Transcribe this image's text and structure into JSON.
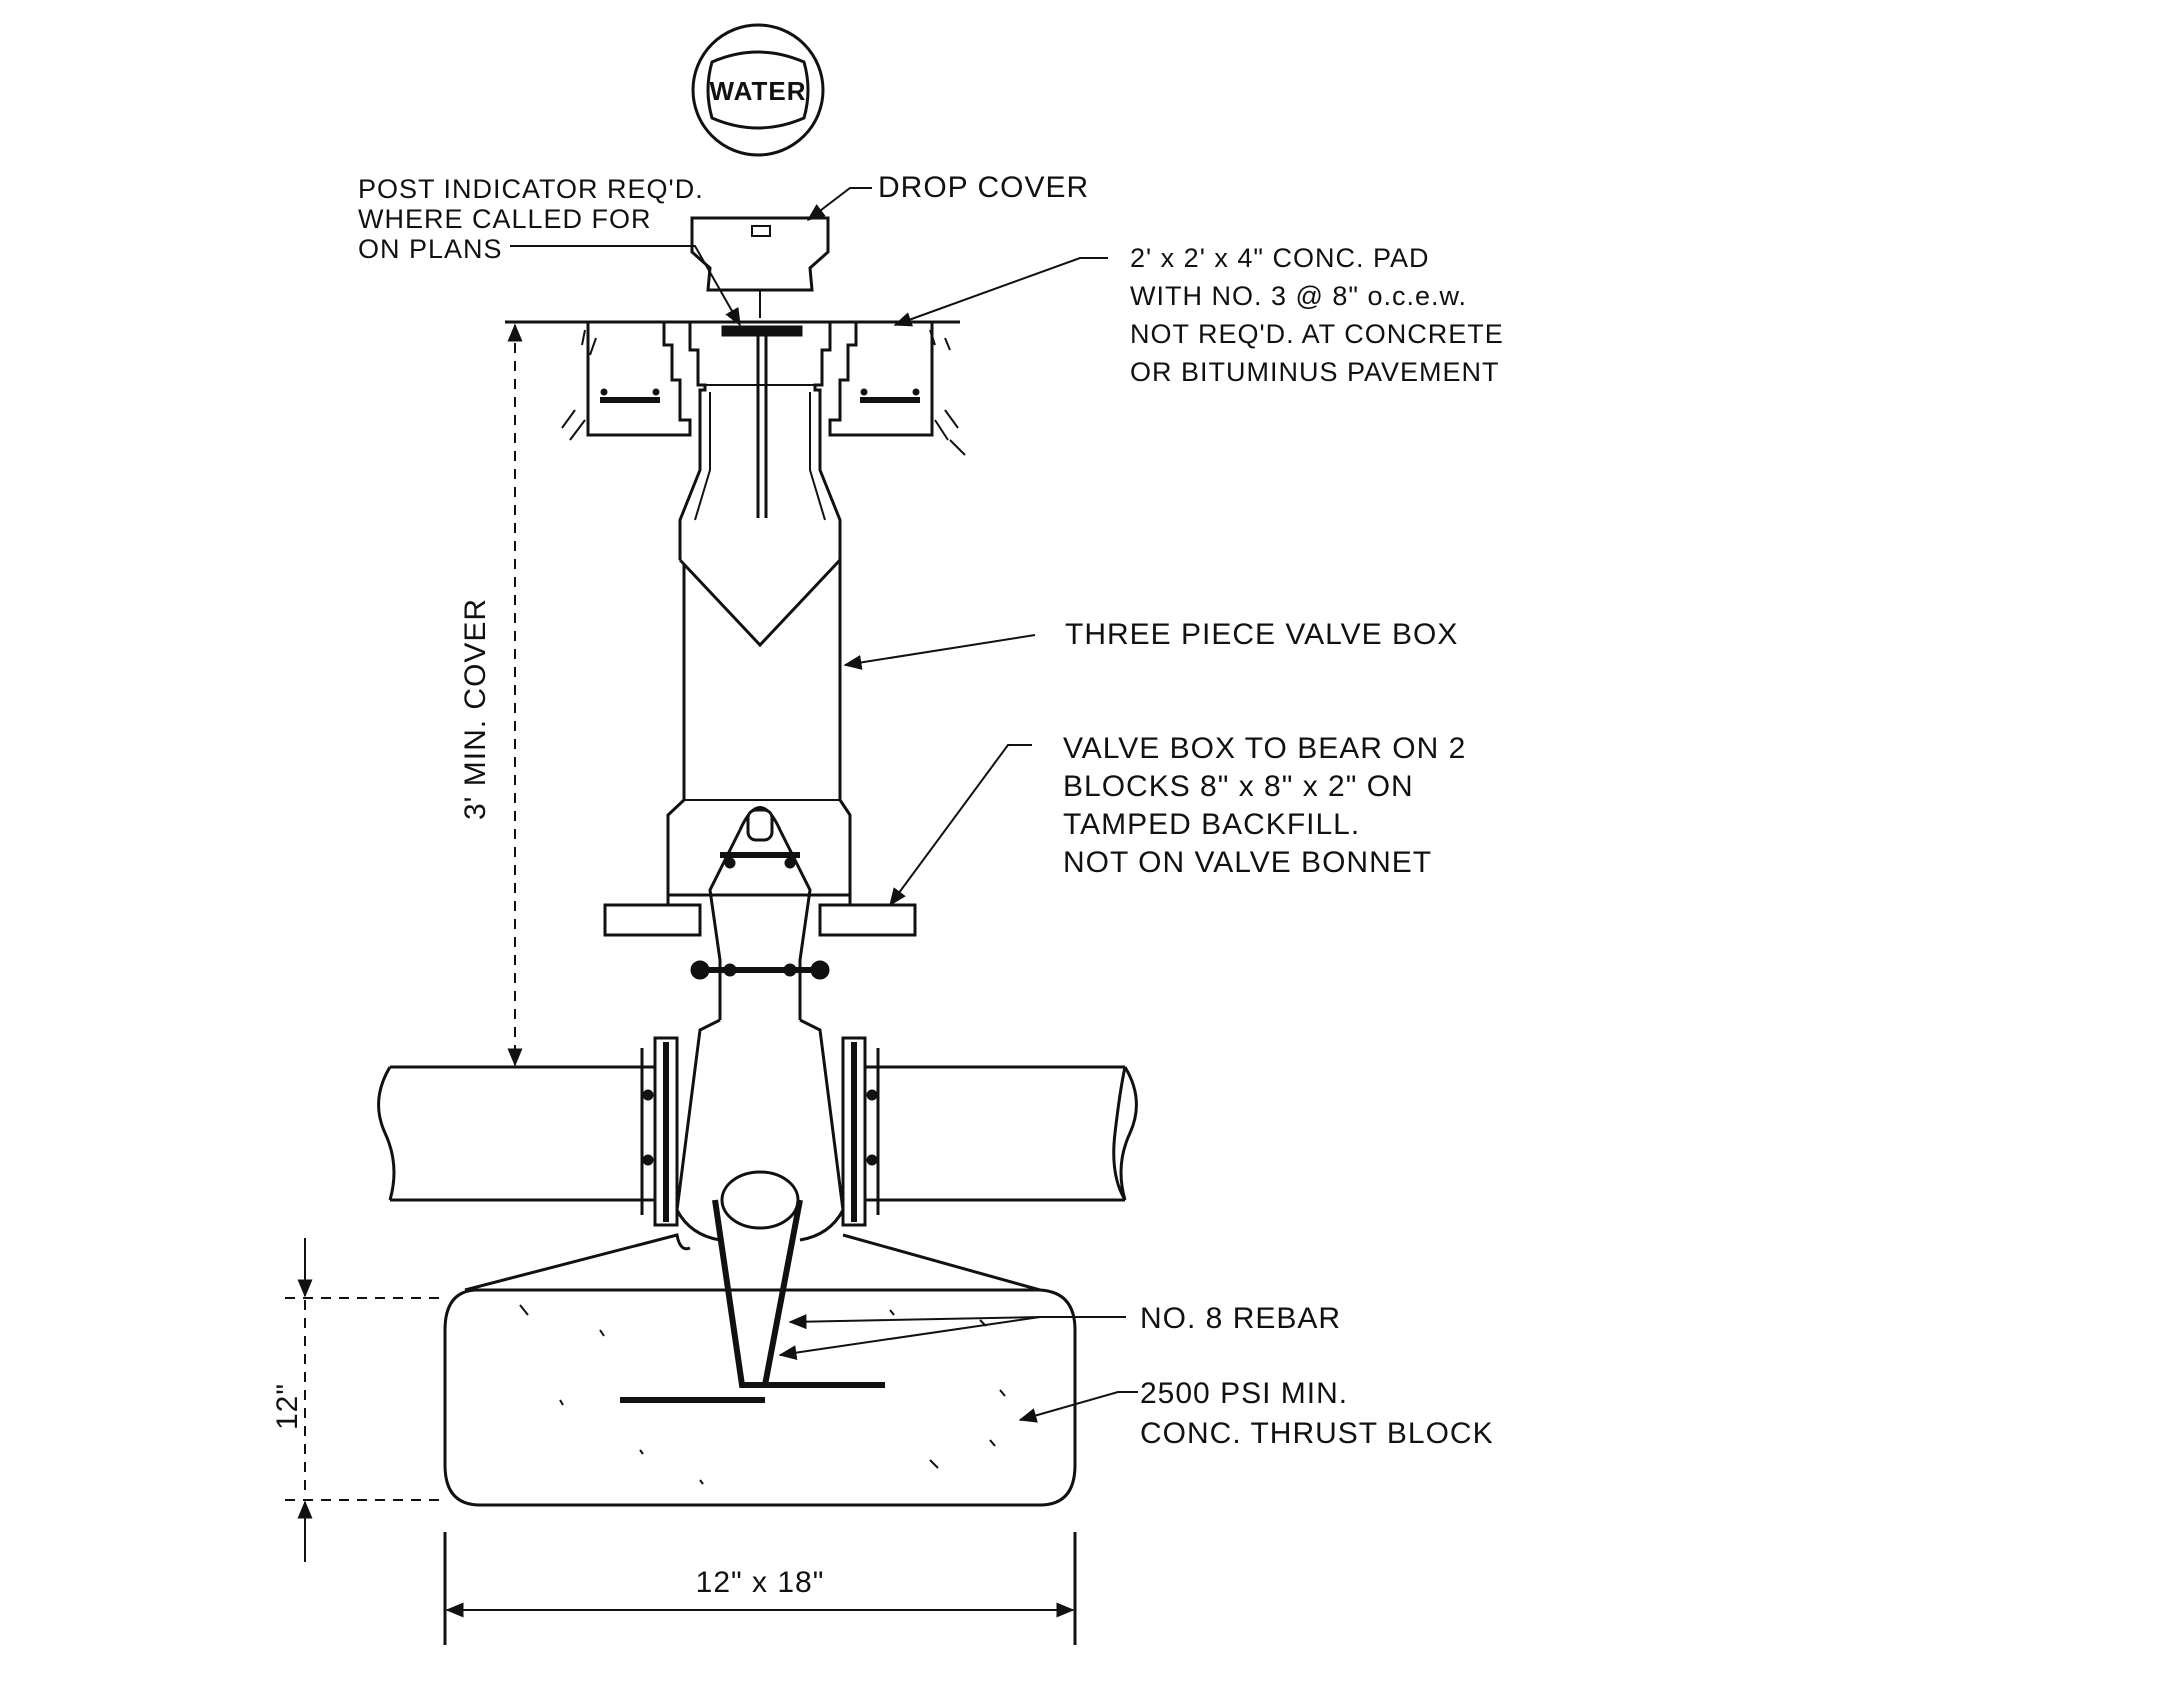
{
  "cover_emblem": "WATER",
  "labels": {
    "drop_cover": "DROP COVER",
    "post_indicator": [
      "POST INDICATOR REQ'D.",
      "WHERE CALLED FOR",
      "ON PLANS"
    ],
    "conc_pad": [
      "2' x 2' x 4\" CONC. PAD",
      "WITH NO. 3 @ 8\" o.c.e.w.",
      "NOT REQ'D. AT CONCRETE",
      "OR BITUMINUS PAVEMENT"
    ],
    "valve_box": "THREE PIECE VALVE BOX",
    "bear_blocks": [
      "VALVE BOX TO BEAR ON 2",
      "BLOCKS 8\" x 8\" x 2\" ON",
      "TAMPED BACKFILL.",
      "NOT ON VALVE BONNET"
    ],
    "rebar": "NO. 8 REBAR",
    "thrust_block": [
      "2500 PSI MIN.",
      "CONC. THRUST BLOCK"
    ]
  },
  "dimensions": {
    "min_cover": "3' MIN. COVER",
    "block_height": "12\"",
    "block_size": "12\" x 18\""
  }
}
